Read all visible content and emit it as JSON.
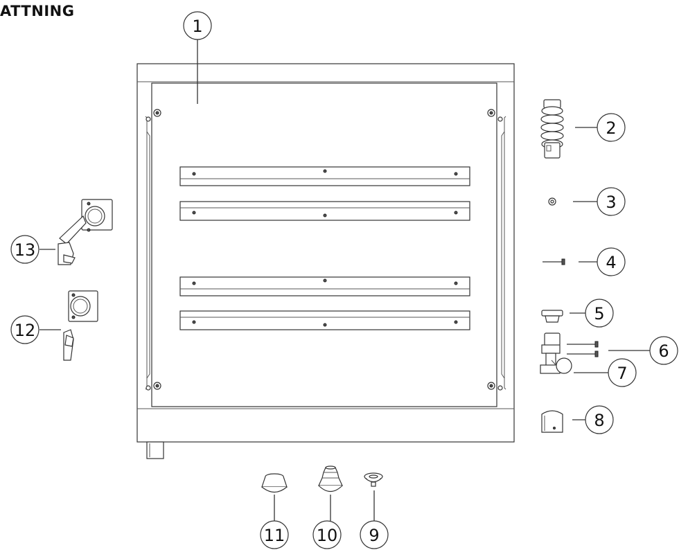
{
  "title": "ATTNING",
  "callouts": [
    {
      "id": "1",
      "label": "1"
    },
    {
      "id": "2",
      "label": "2"
    },
    {
      "id": "3",
      "label": "3"
    },
    {
      "id": "4",
      "label": "4"
    },
    {
      "id": "5",
      "label": "5"
    },
    {
      "id": "6",
      "label": "6"
    },
    {
      "id": "7",
      "label": "7"
    },
    {
      "id": "8",
      "label": "8"
    },
    {
      "id": "9",
      "label": "9"
    },
    {
      "id": "10",
      "label": "10"
    },
    {
      "id": "11",
      "label": "11"
    },
    {
      "id": "12",
      "label": "12"
    },
    {
      "id": "13",
      "label": "13"
    }
  ]
}
